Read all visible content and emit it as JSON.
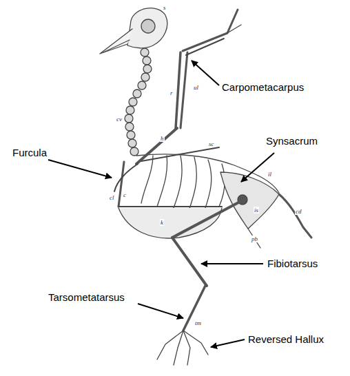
{
  "diagram": {
    "labels": [
      "Carpometacarpus",
      "Synsacrum",
      "Furcula",
      "Fibiotarsus",
      "Tarsometatarsus",
      "Reversed Hallux",
      "s",
      "cv",
      "h",
      "r",
      "ul",
      "sc",
      "cl",
      "c",
      "k",
      "il",
      "is",
      "pb",
      "cd",
      "tm"
    ]
  }
}
